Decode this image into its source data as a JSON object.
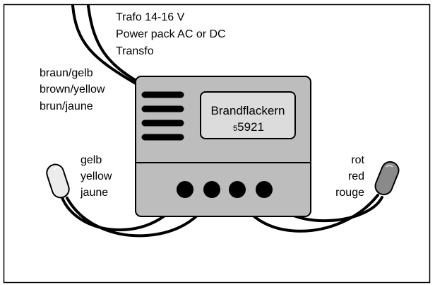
{
  "power": {
    "line1": "Trafo 14-16 V",
    "line2": "Power pack AC or DC",
    "line3": "Transfo"
  },
  "wire_label": {
    "line1": "braun/gelb",
    "line2": "brown/yellow",
    "line3": "brun/jaune"
  },
  "module": {
    "name": "Brandflackern",
    "number_prefix": "5",
    "number": "5921"
  },
  "left_led": {
    "line1": "gelb",
    "line2": "yellow",
    "line3": "jaune"
  },
  "right_led": {
    "line1": "rot",
    "line2": "red",
    "line3": "rouge"
  },
  "colors": {
    "box": "#bdbdbd",
    "label_panel": "#dcdcdc",
    "led_left": "#ececec",
    "led_right": "#8a8a8a",
    "lines": "#000000"
  }
}
